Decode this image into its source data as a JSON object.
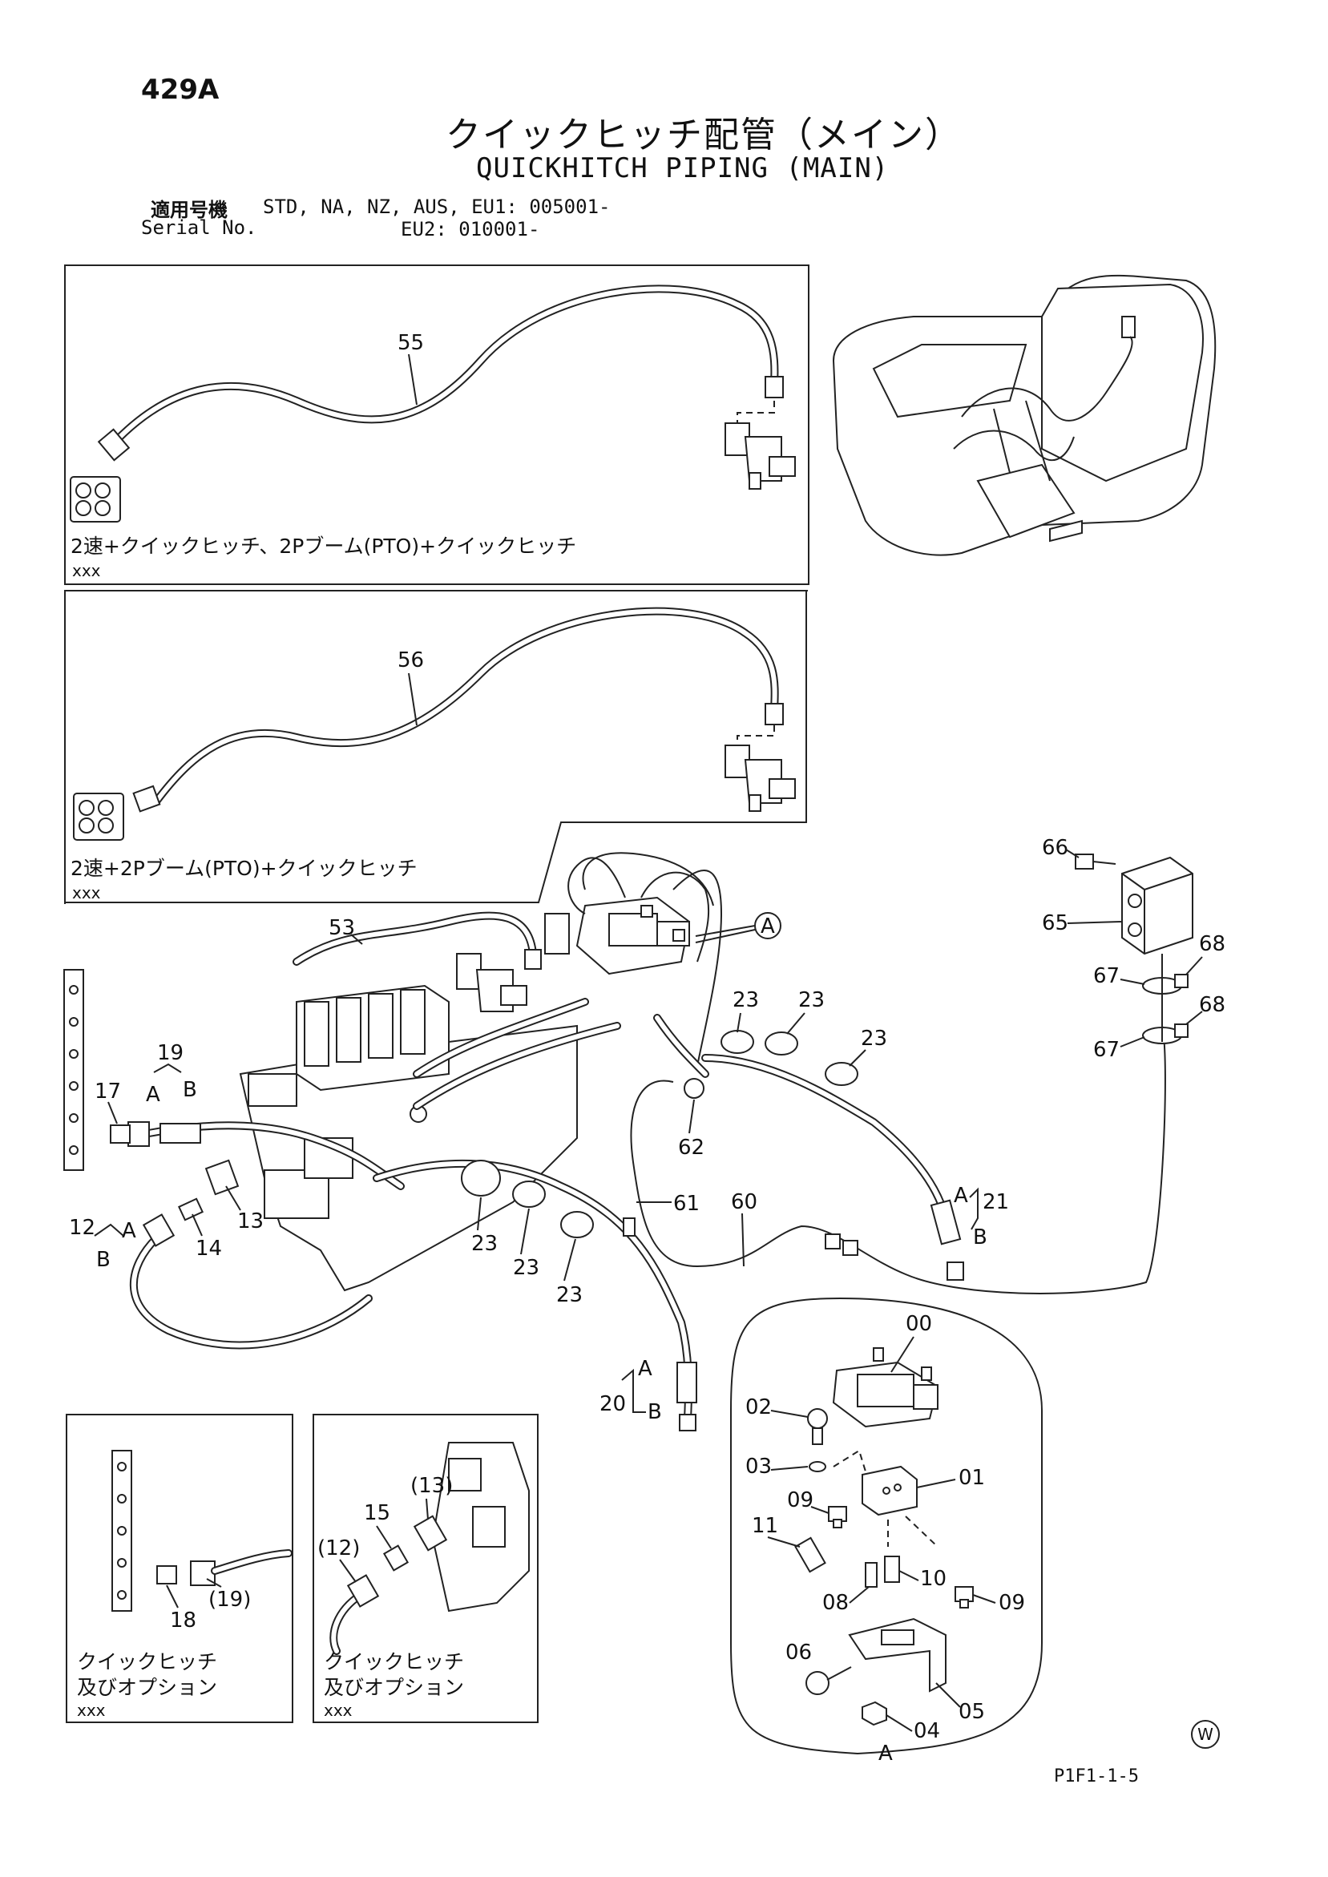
{
  "header": {
    "page_number": "429A",
    "title_jp": "クイックヒッチ配管（メイン）",
    "title_en": "QUICKHITCH PIPING (MAIN)",
    "serial_label_jp": "適用号機",
    "serial_label_en": "Serial No.",
    "serial_line1": "STD, NA, NZ, AUS, EU1: 005001-",
    "serial_line2": "EU2: 010001-"
  },
  "insets": {
    "box1": {
      "caption": "2速+クイックヒッチ、2Pブーム(PTO)+クイックヒッチ",
      "note": "xxx"
    },
    "box2": {
      "caption": "2速+2Pブーム(PTO)+クイックヒッチ",
      "note": "xxx"
    },
    "box3": {
      "caption_line1": "クイックヒッチ",
      "caption_line2": "及びオプション",
      "note": "xxx"
    },
    "box4": {
      "caption_line1": "クイックヒッチ",
      "caption_line2": "及びオプション",
      "note": "xxx"
    }
  },
  "callouts": {
    "c55": "55",
    "c56": "56",
    "c53": "53",
    "c66": "66",
    "c65": "65",
    "c68a": "68",
    "c68b": "68",
    "c67a": "67",
    "c67b": "67",
    "c23a": "23",
    "c23b": "23",
    "c23c": "23",
    "c23d": "23",
    "c23e": "23",
    "c23f": "23",
    "c19": "19",
    "c17": "17",
    "c12": "12",
    "c14": "14",
    "c13": "13",
    "c62": "62",
    "c61": "61",
    "c60": "60",
    "c21": "21",
    "c20": "20",
    "cA1": "A",
    "cB1": "B",
    "cA2": "A",
    "cB2": "B",
    "cA3": "A",
    "cB3": "B",
    "cA4": "A",
    "cB4": "B",
    "c00": "00",
    "c02": "02",
    "c03": "03",
    "c01": "01",
    "c09a": "09",
    "c11": "11",
    "c10": "10",
    "c08": "08",
    "c09b": "09",
    "c06": "06",
    "c05": "05",
    "c04": "04",
    "cAdetail": "A",
    "cAcircle": "A",
    "c18": "18",
    "c19p": "(19)",
    "c15": "15",
    "c13p": "(13)",
    "c12p": "(12)"
  },
  "footer": {
    "code": "P1F1-1-5",
    "mark": "W"
  }
}
